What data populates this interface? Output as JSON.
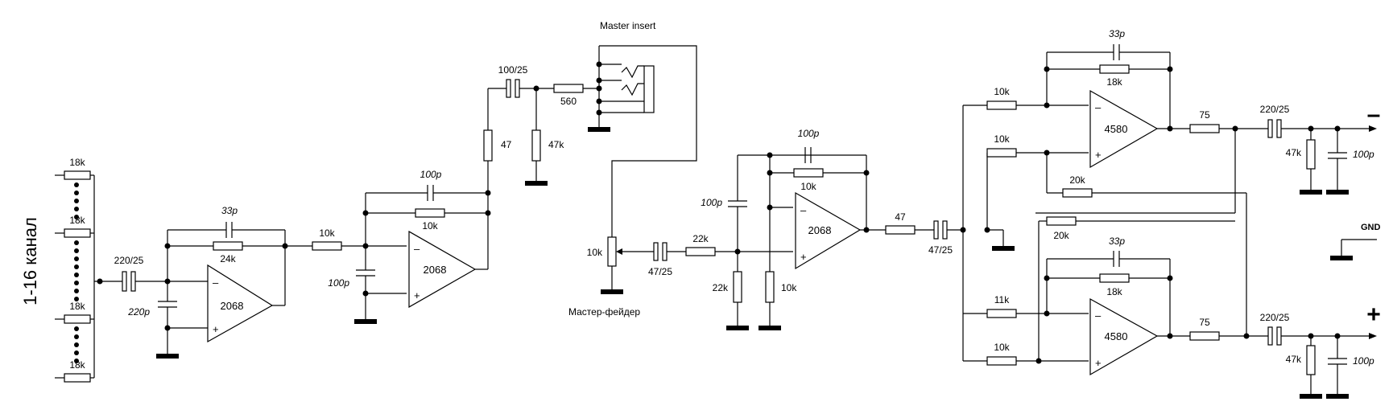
{
  "labels": {
    "channel": "1-16 канал",
    "master_insert": "Master insert",
    "master_fader": "Мастер-фейдер",
    "gnd": "GND",
    "minus": "–",
    "plus": "+"
  },
  "ics": {
    "u1": "2068",
    "u2": "2068",
    "u3": "2068",
    "u4": "4580",
    "u5": "4580"
  },
  "pins": {
    "inv": "–",
    "noninv": "+"
  },
  "values": {
    "r_mix1": "18k",
    "r_mix2": "18k",
    "r_mix3": "18k",
    "r_mix4": "18k",
    "c_in": "220/25",
    "c_in_shunt": "220p",
    "c_fb1": "33p",
    "r_fb1": "24k",
    "r_s1": "10k",
    "c_fb2": "100p",
    "r_fb2": "10k",
    "c_shunt2": "100p",
    "r_ins": "47",
    "c_ins": "100/25",
    "r_ins_series": "560",
    "r_ins_shunt": "47k",
    "pot": "10k",
    "c_fader": "47/25",
    "r_fader": "22k",
    "c_in3": "100p",
    "r_gnd3": "22k",
    "r_gnd3b": "10k",
    "c_fb3": "100p",
    "r_fb3": "10k",
    "r_out3": "47",
    "c_out3": "47/25",
    "r_u4_in": "10k",
    "r_u4_ref": "10k",
    "c_fb4": "33p",
    "r_fb4": "18k",
    "r_cross1": "20k",
    "r_cross2": "20k",
    "r_out4": "75",
    "c_out4": "220/25",
    "r_load4": "47k",
    "c_load4": "100p",
    "r_u5_in": "11k",
    "r_u5_ref": "10k",
    "c_fb5": "33p",
    "r_fb5": "18k",
    "r_out5": "75",
    "c_out5": "220/25",
    "r_load5": "47k",
    "c_load5": "100p"
  }
}
